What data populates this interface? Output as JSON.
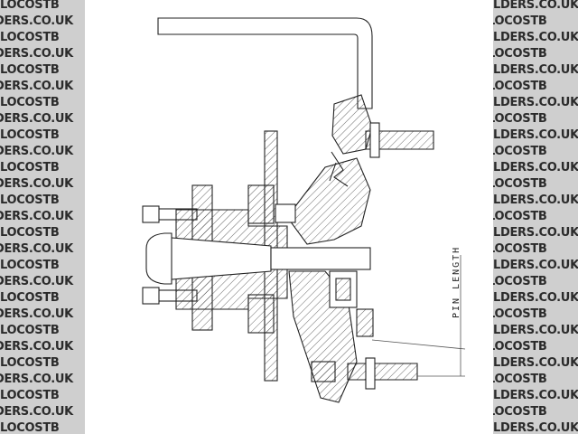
{
  "watermark": {
    "text_left_a": "LOCOSTB",
    "text_left_b": "DERS.CO.UK",
    "text_right_a": "LDERS.CO.UK",
    "text_right_b": "LOCOSTB"
  },
  "annotation": {
    "pin_length": "PIN LENGTH"
  },
  "colors": {
    "watermark_bg": "#cfcfcf",
    "watermark_text": "#2b2b2b",
    "line": "#222222"
  }
}
